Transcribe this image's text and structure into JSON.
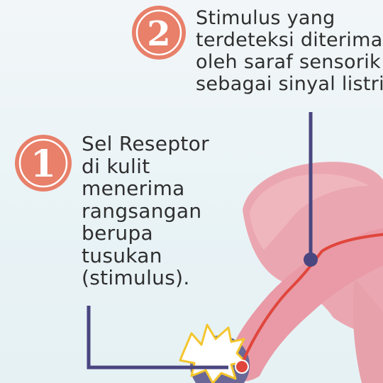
{
  "step1": {
    "number": "1",
    "lines": [
      "Sel Reseptor",
      "di kulit",
      "menerima",
      "rangsangan",
      "berupa",
      "tusukan",
      "(stimulus)."
    ]
  },
  "step2": {
    "number": "2",
    "lines": [
      "Stimulus yang",
      "terdeteksi diterima",
      "oleh saraf sensorik",
      "sebagai sinyal listrik"
    ]
  },
  "colors": {
    "badge": "#e8806a",
    "connector": "#4a4680",
    "skin": "#eba7b1",
    "nerve": "#e0463c",
    "stimulus_burst": "#f4c62e",
    "object": "#6a6896"
  },
  "icons": {
    "burst": "star-burst-icon"
  }
}
